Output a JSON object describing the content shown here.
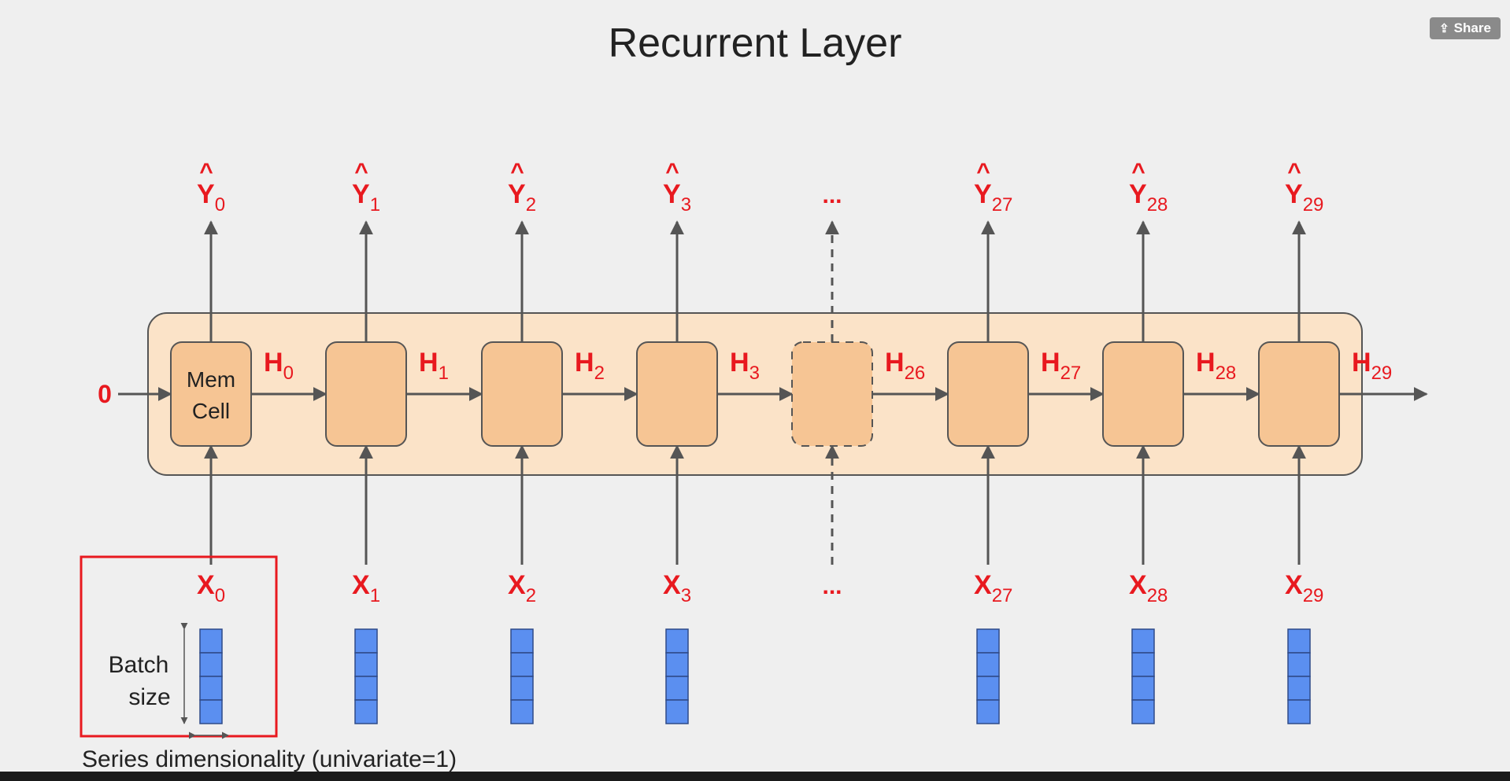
{
  "title": "Recurrent Layer",
  "share": {
    "label": "Share",
    "icon": "share-icon"
  },
  "initial_input": "0",
  "mem_cell": [
    "Mem",
    "Cell"
  ],
  "ellipsis": "...",
  "cells": [
    {
      "y_sub": "0",
      "x_sub": "0",
      "h_sub": "0"
    },
    {
      "y_sub": "1",
      "x_sub": "1",
      "h_sub": "1"
    },
    {
      "y_sub": "2",
      "x_sub": "2",
      "h_sub": "2"
    },
    {
      "y_sub": "3",
      "x_sub": "3",
      "h_sub": "3"
    },
    {
      "placeholder": true,
      "h_sub": "26"
    },
    {
      "y_sub": "27",
      "x_sub": "27",
      "h_sub": "27"
    },
    {
      "y_sub": "28",
      "x_sub": "28",
      "h_sub": "28"
    },
    {
      "y_sub": "29",
      "x_sub": "29",
      "h_sub": "29"
    }
  ],
  "batch_label": [
    "Batch",
    "size"
  ],
  "series_label": "Series dimensionality (univariate=1)",
  "colors": {
    "label_red": "#e8191f",
    "layer_fill": "#fbe3c8",
    "cell_fill": "#f6c594",
    "arrow": "#555555",
    "vector_fill": "#5b8ff0",
    "vector_stroke": "#2f4a88",
    "highlight": "#e8191f"
  }
}
